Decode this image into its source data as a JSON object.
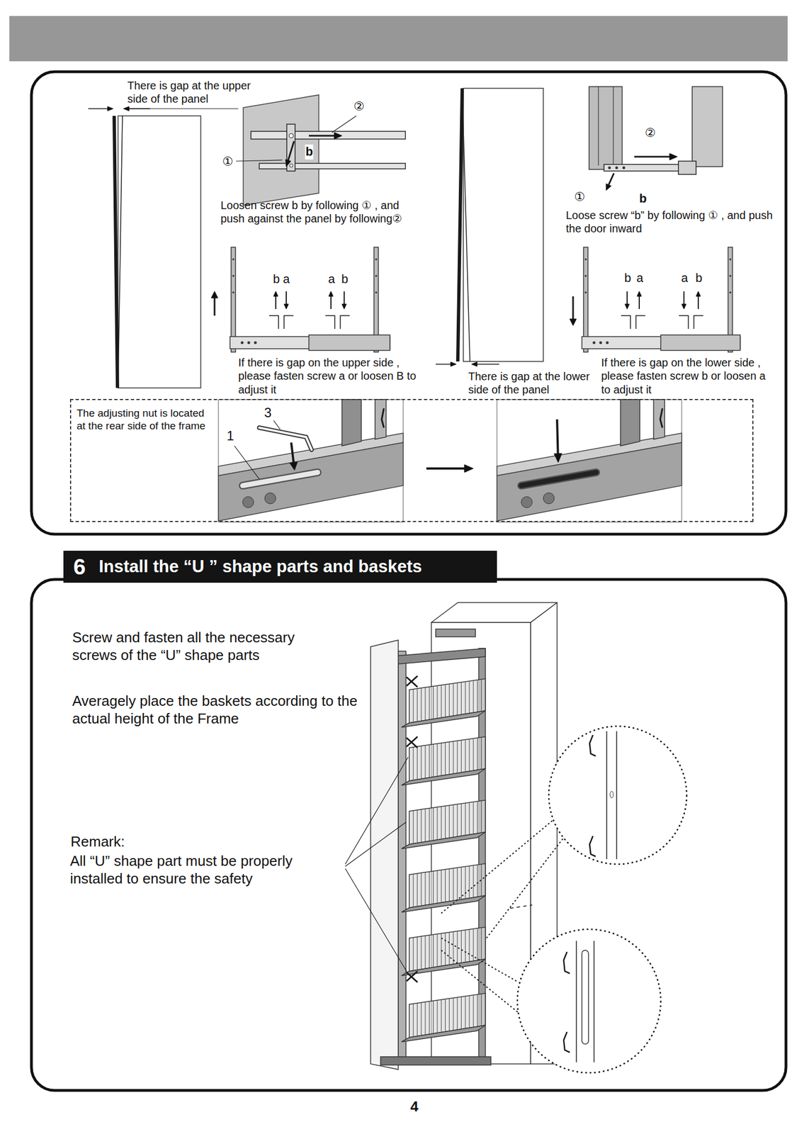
{
  "diagram": {
    "nodes": [
      {
        "text": [
          "6",
          "Install the “U ” shape parts and baskets"
        ]
      },
      {
        "text": [
          "The adjusting nut is located at the rear side of the frame"
        ]
      }
    ],
    "labels": [
      "There is gap at the upper side of the panel",
      "②",
      "①",
      "b",
      "Loosen screw b by following ① , and push against the panel by following②",
      "b",
      "a",
      "a",
      "b",
      "If there is gap on the upper side , please fasten screw a or loosen B to adjust it",
      "②",
      "①",
      "b",
      "Loose screw “b” by following ① , and push the door inward",
      "b",
      "a",
      "a",
      "b",
      "There is gap at the lower side of the panel",
      "If there is gap on the lower side , please fasten screw b or loosen a to adjust it",
      "3",
      "1",
      "Screw and fasten all the necessary screws of the “U” shape parts",
      "Averagely place the baskets according to the actual height of the Frame",
      "Remark:",
      "All “U” shape part must be properly installed to ensure the safety",
      "4"
    ]
  }
}
